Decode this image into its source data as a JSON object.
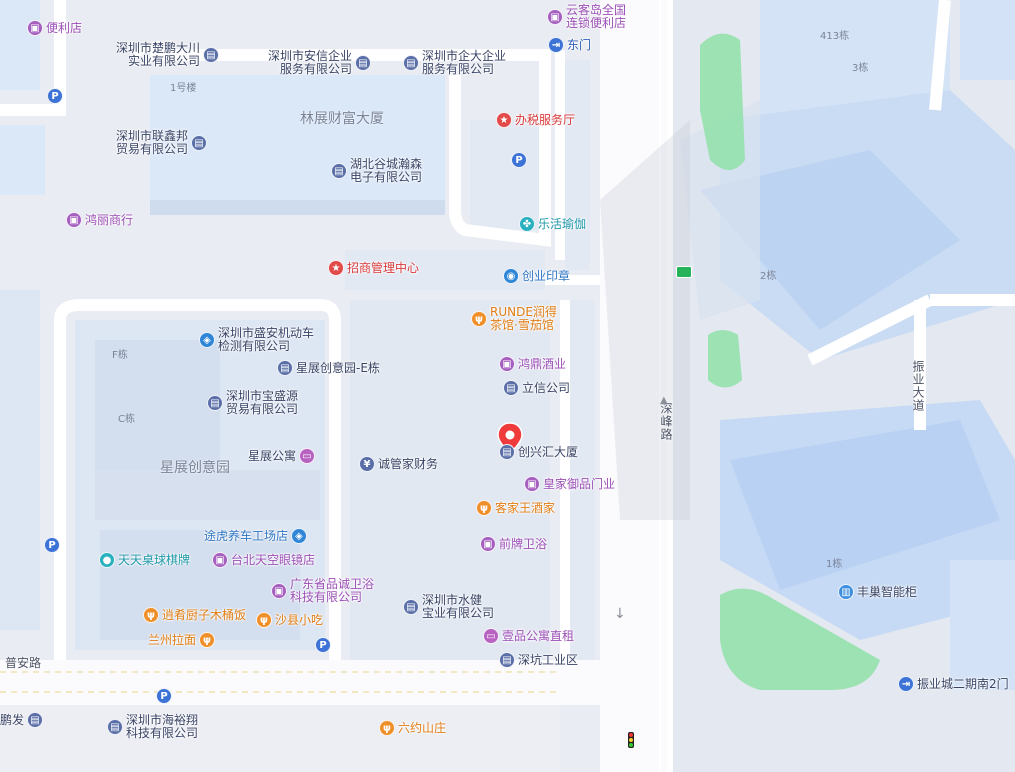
{
  "areas": {
    "linzhan": "林展财富大厦",
    "xingzhan": "星展创意园"
  },
  "buildings": {
    "b1": "1号楼",
    "f": "F栋",
    "c": "C栋",
    "b413": "413栋",
    "b3": "3栋",
    "b2": "2栋",
    "b1d": "1栋"
  },
  "roads": {
    "puan": "普安路",
    "shenfeng": "深峰路",
    "zhenye": "振业大道"
  },
  "pois": {
    "bianlidian": "便利店",
    "yunkedao": [
      "云客岛全国",
      "连锁便利店"
    ],
    "dongmen": "东门",
    "chupeng": [
      "深圳市楚鹏大川",
      "实业有限公司"
    ],
    "anxin": [
      "深圳市安信企业",
      "服务有限公司"
    ],
    "qida": [
      "深圳市企大企业",
      "服务有限公司"
    ],
    "banshui": "办税服务厅",
    "liansenbang": [
      "深圳市联鑫邦",
      "贸易有限公司"
    ],
    "gucheng": [
      "湖北谷城瀚森",
      "电子有限公司"
    ],
    "hongli": "鸿丽商行",
    "lehuo": "乐活瑜伽",
    "zhaoshang": "招商管理中心",
    "chuangye": "创业印章",
    "runde": [
      "RUNDE润得",
      "茶馆·雪茄馆"
    ],
    "shengan": [
      "深圳市盛安机动车",
      "检测有限公司"
    ],
    "hongding": "鸿鼎酒业",
    "xingzhanE": "星展创意园-E栋",
    "lixin": "立信公司",
    "baosheng": [
      "深圳市宝盛源",
      "贸易有限公司"
    ],
    "chuangxinghui": "创兴汇大厦",
    "xingzhanapt": "星展公寓",
    "chengguanjia": "诚管家财务",
    "huangjia": "皇家御品门业",
    "kejia": "客家王酒家",
    "qianpai": "前牌卫浴",
    "tuhu": "途虎养车工场店",
    "tiantian": "天天桌球棋牌",
    "taibei": "台北天空眼镜店",
    "guangdong": [
      "广东省品诚卫浴",
      "科技有限公司"
    ],
    "shuijian": [
      "深圳市水健",
      "宝业有限公司"
    ],
    "xiaoyaochuzi": "逍肴厨子木桶饭",
    "shaxian": "沙县小吃",
    "lanzhou": "兰州拉面",
    "yipin": "壹品公寓直租",
    "shenkeng": "深坑工业区",
    "pengfa": "鹏发",
    "hailixiang": [
      "深圳市海裕翔",
      "科技有限公司"
    ],
    "liuyue": "六约山庄",
    "fengchao": "丰巢智能柜",
    "zhenyecheng": "振业城二期南2门"
  },
  "icons": {
    "parking": "P"
  }
}
